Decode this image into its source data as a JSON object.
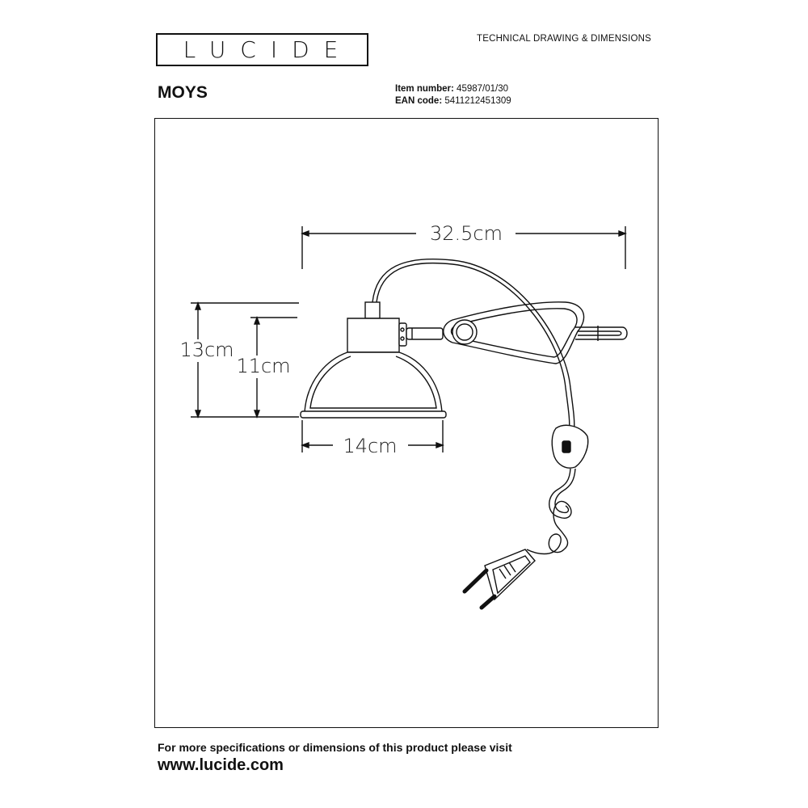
{
  "header": {
    "logo_text": "LUCIDE",
    "doc_type": "TECHNICAL DRAWING & DIMENSIONS"
  },
  "product": {
    "name": "MOYS",
    "item_label": "Item number:",
    "item_value": "45987/01/30",
    "ean_label": "EAN code:",
    "ean_value": "5411212451309"
  },
  "dimensions": {
    "width_total": "32.5cm",
    "height_total": "13cm",
    "height_shade": "11cm",
    "shade_diameter": "14cm"
  },
  "footer": {
    "text": "For more specifications or dimensions of this product please visit",
    "link": "www.lucide.com"
  }
}
